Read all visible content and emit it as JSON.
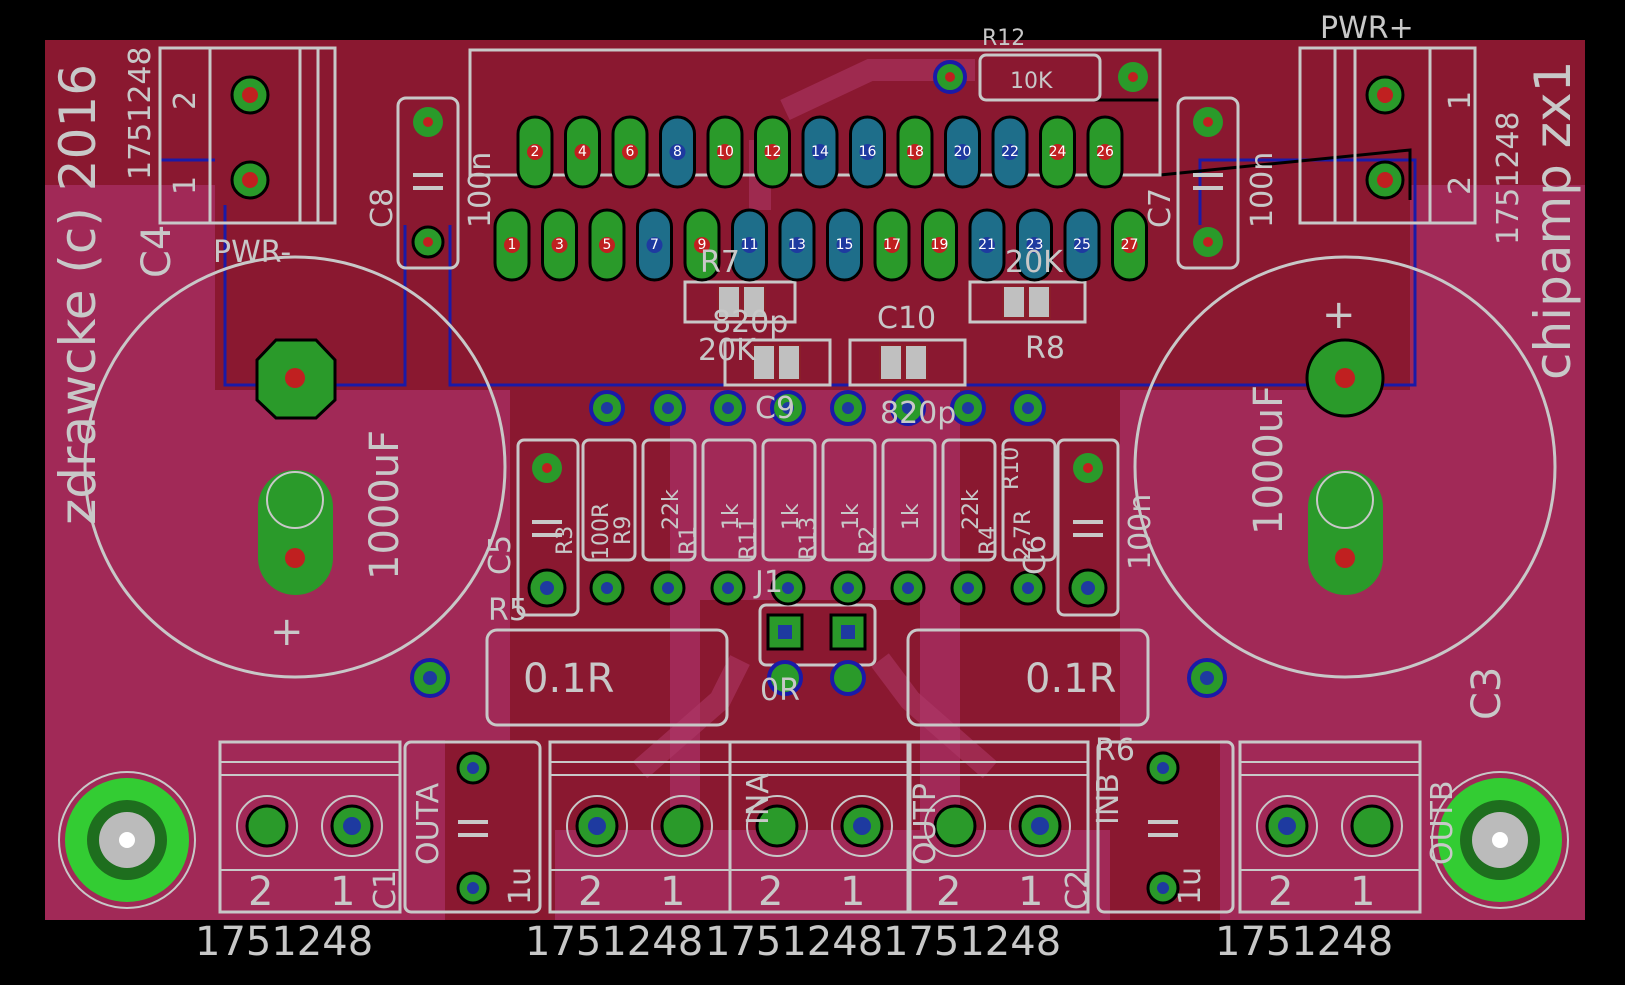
{
  "colors": {
    "background": "#000000",
    "board_red": "#8c1e2a",
    "board_pink": "#b03060",
    "copper_bottom": "#8a1830",
    "trace_blue": "#1a1aa8",
    "pad_green": "#2a9a2a",
    "via_blue": "#1e3aa0",
    "silkscreen": "#c8c8c8",
    "drill_red": "#c02020",
    "mount_green": "#33cc33"
  },
  "board": {
    "title_line": "zdrawcke (c) 2016",
    "project_name": "chipamp zx1"
  },
  "labels": {
    "pwr_minus": "PWR-",
    "pwr_plus": "PWR+",
    "r12_name": "R12",
    "r12_value": "10K",
    "c8_name": "C8",
    "c8_value": "100n",
    "c7_name": "C7",
    "c7_value": "100n",
    "c4_name": "C4",
    "c4_value": "1000uF",
    "c3_name": "C3",
    "c3_value": "1000uF",
    "r7_name": "R7",
    "r7_value": "20K",
    "r8_name": "R8",
    "r8_value": "20K",
    "c9_value": "820p",
    "c10_name": "C10",
    "c10_value": "820p",
    "c9_name": "C9",
    "c5_name": "C5",
    "c6_name": "C6",
    "c6_value": "100n",
    "r5_name": "R5",
    "r6_name": "R6",
    "r5_value": "0.1R",
    "r6_value": "0.1R",
    "j1_name": "J1",
    "j1_value": "0R",
    "c1_name": "C1",
    "c1_value": "1u",
    "c2_name": "C2",
    "c2_value": "1u",
    "r3_name": "R3",
    "r3_value": "100R",
    "r9_name": "R9",
    "r1_name": "R1",
    "r1_value": "22k",
    "r11_name": "R11",
    "r11_value": "1k",
    "r13_name": "R13",
    "r13_value": "1k",
    "r2_name": "R2",
    "r2_value": "1k",
    "r4_name": "R4",
    "r4_value": "22k",
    "r10_name": "R10",
    "r10_value": "2.7R",
    "r_extra_value": "1k",
    "out_a": "OUTA",
    "in_a": "INA",
    "out_p": "OUTP",
    "in_b": "INB",
    "out_b": "OUTB"
  },
  "connectors": {
    "part_number": "1751248",
    "pin1": "1",
    "pin2": "2",
    "bottom_parts": [
      "1751248",
      "1751248",
      "1751248",
      "1751248",
      "1751248"
    ]
  },
  "ic_pins": {
    "top_row": [
      "2",
      "4",
      "6",
      "8",
      "10",
      "12",
      "14",
      "16",
      "18",
      "20",
      "22",
      "24",
      "26"
    ],
    "bottom_row": [
      "1",
      "3",
      "5",
      "7",
      "9",
      "11",
      "13",
      "15",
      "17",
      "19",
      "21",
      "23",
      "25",
      "27"
    ]
  },
  "pad_labels": {
    "polarity_minus": "-",
    "polarity_plus": "+"
  }
}
